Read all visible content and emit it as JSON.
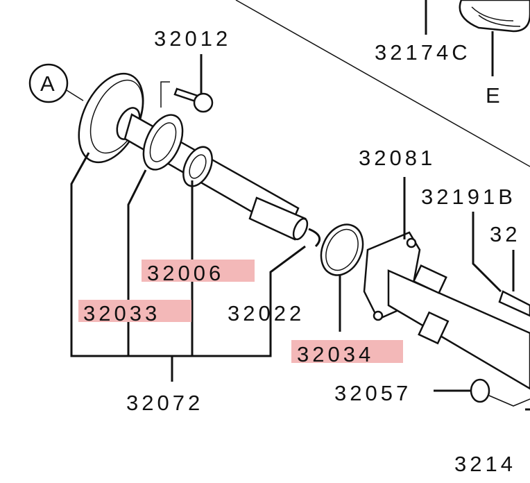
{
  "diagram": {
    "callout": "A",
    "labels": {
      "p32012": "32012",
      "p32174C": "32174C",
      "pE": "E",
      "p32081": "32081",
      "p32191B": "32191B",
      "p32partial": "32",
      "p32006": "32006",
      "p32033": "32033",
      "p32022": "32022",
      "p32034": "32034",
      "p32057": "32057",
      "p32072": "32072",
      "p3214partial": "3214"
    },
    "highlighted": [
      "32006",
      "32033",
      "32034"
    ],
    "highlight_color": "#f3b8b8"
  }
}
